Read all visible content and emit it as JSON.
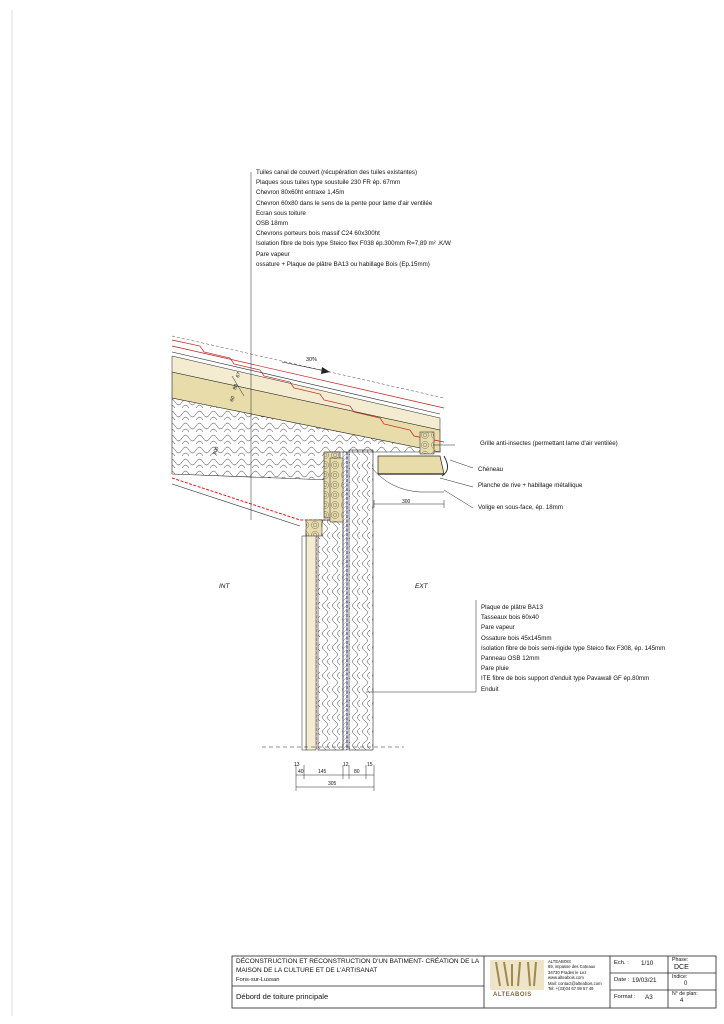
{
  "roof_notes": [
    "Tuiles canal de couvert (récupération des tuiles existantes)",
    "Plaques sous tuiles type soustuile 230 FR ép. 67mm",
    "Chevron 80x60ht entraxe 1,45m",
    "Chevron 60x80 dans le sens de la pente pour lame d'air ventilée",
    "Ecran sous toiture",
    "OSB 18mm",
    "Chevrons porteurs bois massif C24 60x300ht",
    "Isolation fibre de bois type Steico flex F038 ép.300mm R=7,89 m² .K/W",
    "Pare vapeur",
    "ossature + Plaque de plâtre BA13 ou habillage Bois (Ep.15mm)"
  ],
  "wall_notes": [
    "Plaque de plâtre BA13",
    "Tasseaux bois 60x40",
    "Pare vapeur",
    "Ossature bois 45x145mm",
    "Isolation fibre de bois semi-rigide type Steico flex F308, ép. 145mm",
    "Panneau OSB 12mm",
    "Pare pluie",
    "ITE fibre de bois support d'enduit type Pavawall GF ép.80mm",
    "Enduit"
  ],
  "eave_labels": {
    "grille": "Grille anti-insectes (permettant lame d'air ventilée)",
    "cheneau": "Chéneau",
    "planche": "Planche de rive + habillage métallique",
    "volige": "Volige en sous-face, ép. 18mm"
  },
  "dimensions": {
    "slope": "30%",
    "roof_depth": "300",
    "roof_60": "60",
    "roof_80": "80",
    "roof_67": "67",
    "overhang": "300",
    "d13": "13",
    "d40": "40",
    "d145": "145",
    "d12": "12",
    "d80": "80",
    "d15": "15",
    "total": "305"
  },
  "zones": {
    "interior": "INT",
    "exterior": "EXT"
  },
  "title_block": {
    "project": "DÉCONSTRUCTION ET RECONSTRUCTION D'UN BATIMENT- CRÉATION DE LA MAISON DE LA CULTURE ET DE L'ARTISANAT",
    "location": "Fons-sur-Lussan",
    "drawing_title": "Débord de toiture principale",
    "logo_text": "ALTEABOIS",
    "company": "ALTEABOIS",
    "address_1": "89, impasse des Coteaux",
    "address_2": "34730 Prades le Lez",
    "website": "www.alteabois.com",
    "email": "Mail: contact@alteabois.com",
    "phone": "Tel: +(33)04 67 59 57 49",
    "scale_label": "Ech. :",
    "scale_value": "1/10",
    "date_label": "Date :",
    "date_value": "19/03/21",
    "format_label": "Format :",
    "format_value": "A3",
    "phase_label": "Phase:",
    "phase_value": "DCE",
    "index_label": "Indice:",
    "index_value": "0",
    "plan_label": "N° de plan:",
    "plan_value": "4"
  },
  "colors": {
    "timber": "#e8dcaa",
    "vapour_barrier": "#e01818",
    "rain_barrier": "#2030c0",
    "tile": "#c02020"
  }
}
